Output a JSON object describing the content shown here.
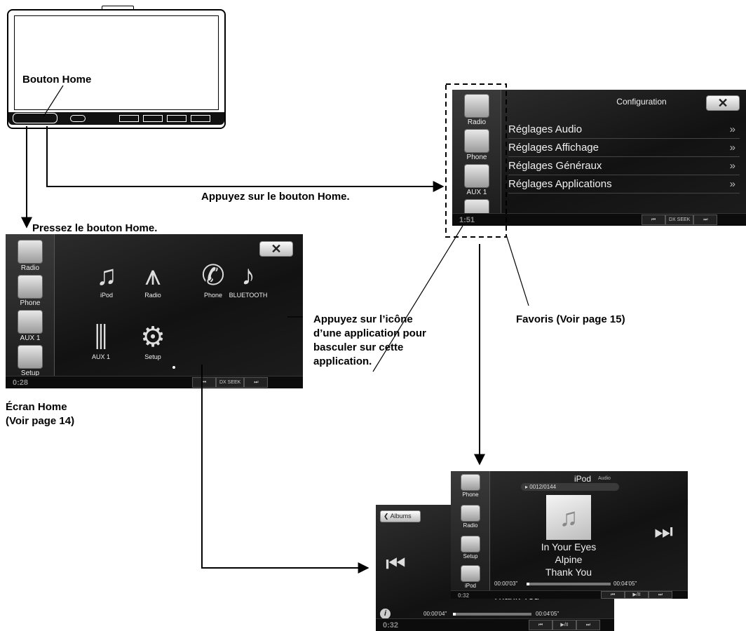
{
  "callouts": {
    "home_button": "Bouton Home",
    "press_home_1": "Appuyez sur le bouton Home.",
    "press_home_2": "Pressez le bouton Home.",
    "tap_icon": [
      "Appuyez sur l’icône",
      "d’une application pour",
      "basculer sur cette",
      "application."
    ],
    "favorites": "Favoris (Voir page 15)",
    "home_screen": [
      "Écran Home",
      "(Voir page 14)"
    ]
  },
  "sidebar_items": [
    {
      "label": "Radio",
      "icon": "radio-tower-icon"
    },
    {
      "label": "Phone",
      "icon": "phone-icon"
    },
    {
      "label": "AUX 1",
      "icon": "rca-plug-icon"
    },
    {
      "label": "Setup",
      "icon": "setup-icon"
    }
  ],
  "home_screen": {
    "time": "0:28",
    "apps": [
      {
        "label": "iPod",
        "icon": "music-note-icon"
      },
      {
        "label": "Radio",
        "icon": "radio-tower-icon"
      },
      {
        "label": "Phone",
        "icon": "phone-icon"
      },
      {
        "label": "BLUETOOTH",
        "icon": "bluetooth-icon"
      },
      {
        "label": "AUX 1",
        "icon": "rca-plug-icon"
      },
      {
        "label": "Setup",
        "icon": "setup-icon"
      }
    ],
    "transport": [
      "⏮",
      "DX SEEK",
      "⏭"
    ]
  },
  "config_screen": {
    "title": "Configuration",
    "time": "1:51",
    "items": [
      "Réglages Audio",
      "Réglages Affichage",
      "Réglages Généraux",
      "Réglages Applications"
    ],
    "transport": [
      "⏮",
      "DX SEEK",
      "⏭"
    ]
  },
  "ipod_front": {
    "title": "iPod",
    "subtitle": "Audio",
    "track_counter": "0012/0144",
    "song": "In Your Eyes",
    "artist": "Alpine",
    "album": "Thank You",
    "elapsed": "00:00'03\"",
    "total": "00:04'05\"",
    "time": "0:32",
    "sidebar": [
      {
        "label": "Phone",
        "icon": "phone-icon"
      },
      {
        "label": "Radio",
        "icon": "radio-tower-icon"
      },
      {
        "label": "Setup",
        "icon": "setup-icon"
      },
      {
        "label": "iPod",
        "icon": "music-note-icon"
      }
    ],
    "transport": [
      "⏮",
      "▶/II",
      "⏭"
    ]
  },
  "ipod_back": {
    "back_label": "Albums",
    "album": "Thank You",
    "elapsed": "00:00'04\"",
    "total": "00:04'05\"",
    "time": "0:32",
    "transport": [
      "⏮",
      "▶/II",
      "⏭"
    ]
  }
}
